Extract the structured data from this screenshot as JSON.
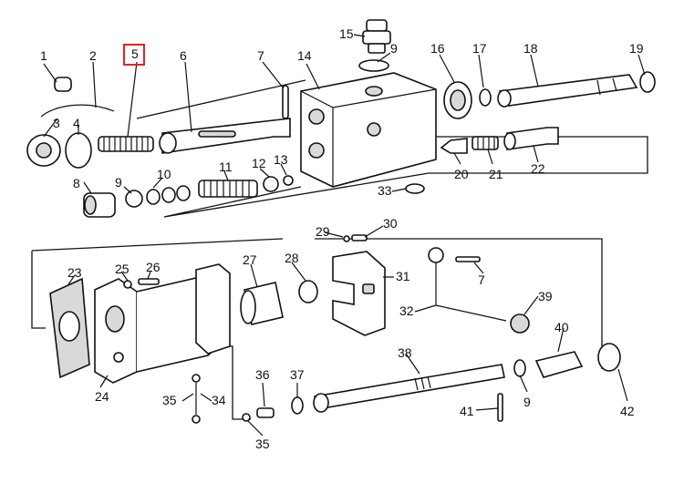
{
  "highlight_color": "#e0222a",
  "highlighted_part": "5",
  "labels": {
    "p1": "1",
    "p2": "2",
    "p3": "3",
    "p4": "4",
    "p5": "5",
    "p6": "6",
    "p7a": "7",
    "p7b": "7",
    "p8": "8",
    "p9a": "9",
    "p9b": "9",
    "p9c": "9",
    "p10": "10",
    "p11": "11",
    "p12": "12",
    "p13": "13",
    "p14": "14",
    "p15": "15",
    "p16": "16",
    "p17": "17",
    "p18": "18",
    "p19": "19",
    "p20": "20",
    "p21": "21",
    "p22": "22",
    "p23": "23",
    "p24": "24",
    "p25": "25",
    "p26": "26",
    "p27": "27",
    "p28": "28",
    "p29": "29",
    "p30": "30",
    "p31": "31",
    "p32": "32",
    "p33": "33",
    "p34": "34",
    "p35a": "35",
    "p35b": "35",
    "p36": "36",
    "p37": "37",
    "p38": "38",
    "p39": "39",
    "p40": "40",
    "p41": "41",
    "p42": "42"
  }
}
